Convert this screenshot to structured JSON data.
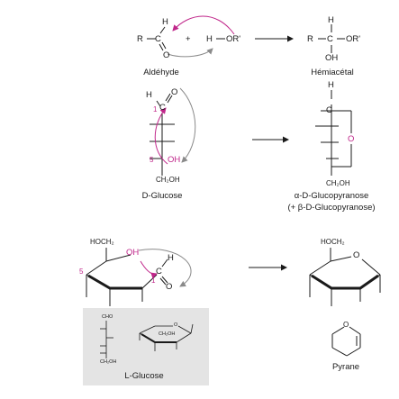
{
  "reaction": {
    "aldehyde_H": "H",
    "aldehyde_R": "R",
    "aldehyde_C": "C",
    "aldehyde_O": "O",
    "plus": "+",
    "alcohol_H": "H",
    "alcohol_OR": "OR'",
    "hemi_H": "H",
    "hemi_R": "R",
    "hemi_C": "C",
    "hemi_OR": "OR'",
    "hemi_OH": "OH",
    "label_aldehyde": "Aldéhyde",
    "label_hemiacetal": "Hémiacétal"
  },
  "fischer": {
    "top_H": "H",
    "top_O": "O",
    "num_1": "1",
    "top_C": "C",
    "num_5": "5",
    "oh": "OH",
    "ch2oh": "CH₂OH",
    "label": "D-Glucose"
  },
  "pyranose_fischer": {
    "H": "H",
    "C": "C",
    "O": "O",
    "ch2oh": "CH₂OH",
    "label_line1": "α-D-Glucopyranose",
    "label_line2": "(+ β-D-Glucopyranose)"
  },
  "haworth": {
    "hoch2_left": "HOCH₂",
    "oh": "OH",
    "H": "H",
    "C": "C",
    "O": "O",
    "num_5": "5",
    "num_1": "1",
    "hoch2_right": "HOCH₂",
    "ring_O": "O"
  },
  "lglucose": {
    "cho": "CHO",
    "ch2oh": "CH₂OH",
    "ring_ch2oh": "CH₂OH",
    "ring_O": "O",
    "label": "L-Glucose"
  },
  "pyrane": {
    "O": "O",
    "label": "Pyrane"
  },
  "colors": {
    "pink": "#c0268a",
    "text": "#1a1a1a",
    "arrow": "#8a8a8a",
    "panel": "#e4e4e4"
  }
}
